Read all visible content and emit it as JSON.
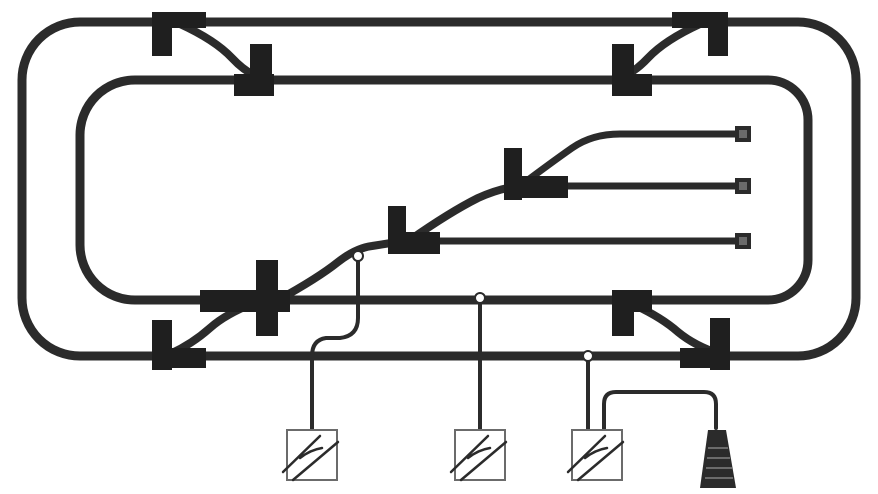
{
  "diagram": {
    "kind": "model-railway-track-plan",
    "colors": {
      "track": "#2b2b2b",
      "turnout": "#1f1f1f",
      "wire": "#2b2b2b",
      "connector": "#ffffff",
      "background": "#ffffff",
      "device": "#6b6b6b"
    },
    "loops": [
      {
        "name": "outer-loop"
      },
      {
        "name": "inner-loop"
      }
    ],
    "turnouts": [
      {
        "name": "top-left-crossover"
      },
      {
        "name": "top-right-crossover"
      },
      {
        "name": "bottom-left-crossover"
      },
      {
        "name": "bottom-right-crossover"
      },
      {
        "name": "yard-turnout-1"
      },
      {
        "name": "yard-turnout-2"
      },
      {
        "name": "yard-turnout-3"
      }
    ],
    "sidings": [
      {
        "name": "siding-1"
      },
      {
        "name": "siding-2"
      },
      {
        "name": "siding-3"
      }
    ],
    "feeders": [
      {
        "name": "feeder-1"
      },
      {
        "name": "feeder-2"
      },
      {
        "name": "feeder-3"
      }
    ],
    "power_units": [
      {
        "name": "power-unit-1",
        "icon": "transformer-icon"
      },
      {
        "name": "power-unit-2",
        "icon": "transformer-icon"
      },
      {
        "name": "power-unit-3",
        "icon": "transformer-icon"
      }
    ],
    "controller": {
      "icon": "hand-controller-icon"
    }
  }
}
